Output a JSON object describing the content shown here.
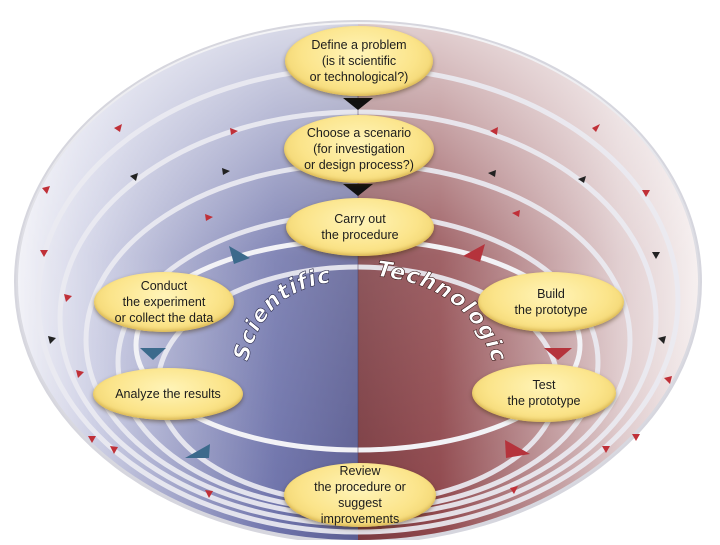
{
  "diagram": {
    "colors": {
      "scientific_side": "#5a5f9e",
      "technological_side": "#8a3a3e",
      "node_fill": "#fbe48a",
      "track": "#e7e7ef",
      "arrow_blue": "#3c6a8c",
      "arrow_red": "#b5333c",
      "step_arrow": "#111111"
    },
    "steps": {
      "define": "Define a problem\n(is it scientific\nor technological?)",
      "scenario": "Choose a scenario\n(for investigation\nor design process?)",
      "carry_out": "Carry out\nthe procedure",
      "conduct": "Conduct\nthe experiment\nor collect the data",
      "analyze": "Analyze the results",
      "build": "Build\nthe prototype",
      "test": "Test\nthe prototype",
      "review": "Review\nthe procedure or suggest\nimprovements"
    },
    "arc_labels": {
      "left": "Scientific",
      "right": "Technological"
    }
  }
}
